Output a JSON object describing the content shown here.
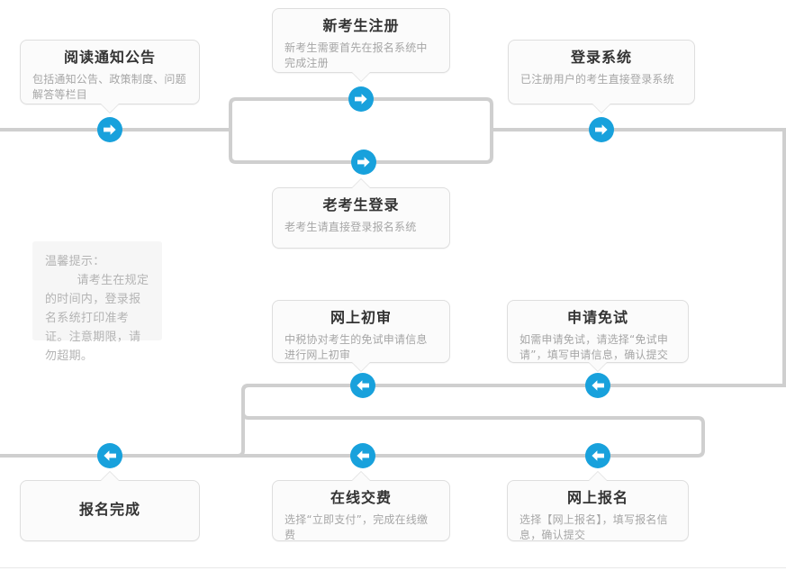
{
  "flow": {
    "title": "报名流程图",
    "accent_color": "#18a1dc",
    "line_color": "#cfcfcf",
    "box_bg": "#fbfbfb",
    "box_border": "#dedede"
  },
  "nodes": {
    "read_notice": {
      "title": "阅读通知公告",
      "desc": "包括通知公告、政策制度、问题解答等栏目"
    },
    "new_register": {
      "title": "新考生注册",
      "desc": "新考生需要首先在报名系统中完成注册"
    },
    "login_system": {
      "title": "登录系统",
      "desc": "已注册用户的考生直接登录系统"
    },
    "old_login": {
      "title": "老考生登录",
      "desc": "老考生请直接登录报名系统"
    },
    "online_review": {
      "title": "网上初审",
      "desc": "中税协对考生的免试申请信息进行网上初审"
    },
    "apply_exemption": {
      "title": "申请免试",
      "desc": "如需申请免试，请选择“免试申请”，填写申请信息，确认提交"
    },
    "online_signup": {
      "title": "网上报名",
      "desc": "选择【网上报名】，填写报名信息，确认提交"
    },
    "online_payment": {
      "title": "在线交费",
      "desc": "选择“立即支付”，完成在线缴费"
    },
    "signup_complete": {
      "title": "报名完成",
      "desc": ""
    }
  },
  "tip": {
    "text": "温馨提示：\n        请考生在规定的时间内，登录报名系统打印准考证。注意期限，请勿超期。"
  },
  "arrows": [
    {
      "name": "arrow-read-notice-out",
      "direction": "right"
    },
    {
      "name": "arrow-new-register-out",
      "direction": "right"
    },
    {
      "name": "arrow-old-login-out",
      "direction": "right"
    },
    {
      "name": "arrow-login-system-out",
      "direction": "right"
    },
    {
      "name": "arrow-online-review-in",
      "direction": "left"
    },
    {
      "name": "arrow-apply-exemption-in",
      "direction": "left"
    },
    {
      "name": "arrow-signup-complete-in",
      "direction": "left"
    },
    {
      "name": "arrow-online-payment-in",
      "direction": "left"
    },
    {
      "name": "arrow-online-signup-in",
      "direction": "left"
    }
  ]
}
